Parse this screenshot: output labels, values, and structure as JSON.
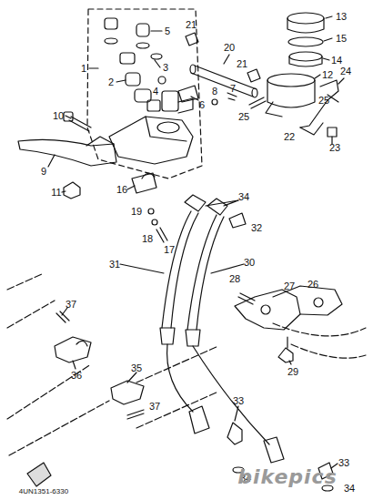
{
  "diagram": {
    "labels": [
      "13",
      "21",
      "5",
      "20",
      "15",
      "24",
      "1",
      "14",
      "21",
      "12",
      "3",
      "2",
      "6",
      "8",
      "7",
      "4",
      "25",
      "10",
      "25",
      "22",
      "23",
      "9",
      "11",
      "16",
      "34",
      "19",
      "32",
      "18",
      "17",
      "31",
      "30",
      "28",
      "27",
      "26",
      "37",
      "29",
      "36",
      "35",
      "37",
      "33",
      "33",
      "34",
      "34",
      "4UN1351-6330",
      "bikepics"
    ]
  }
}
